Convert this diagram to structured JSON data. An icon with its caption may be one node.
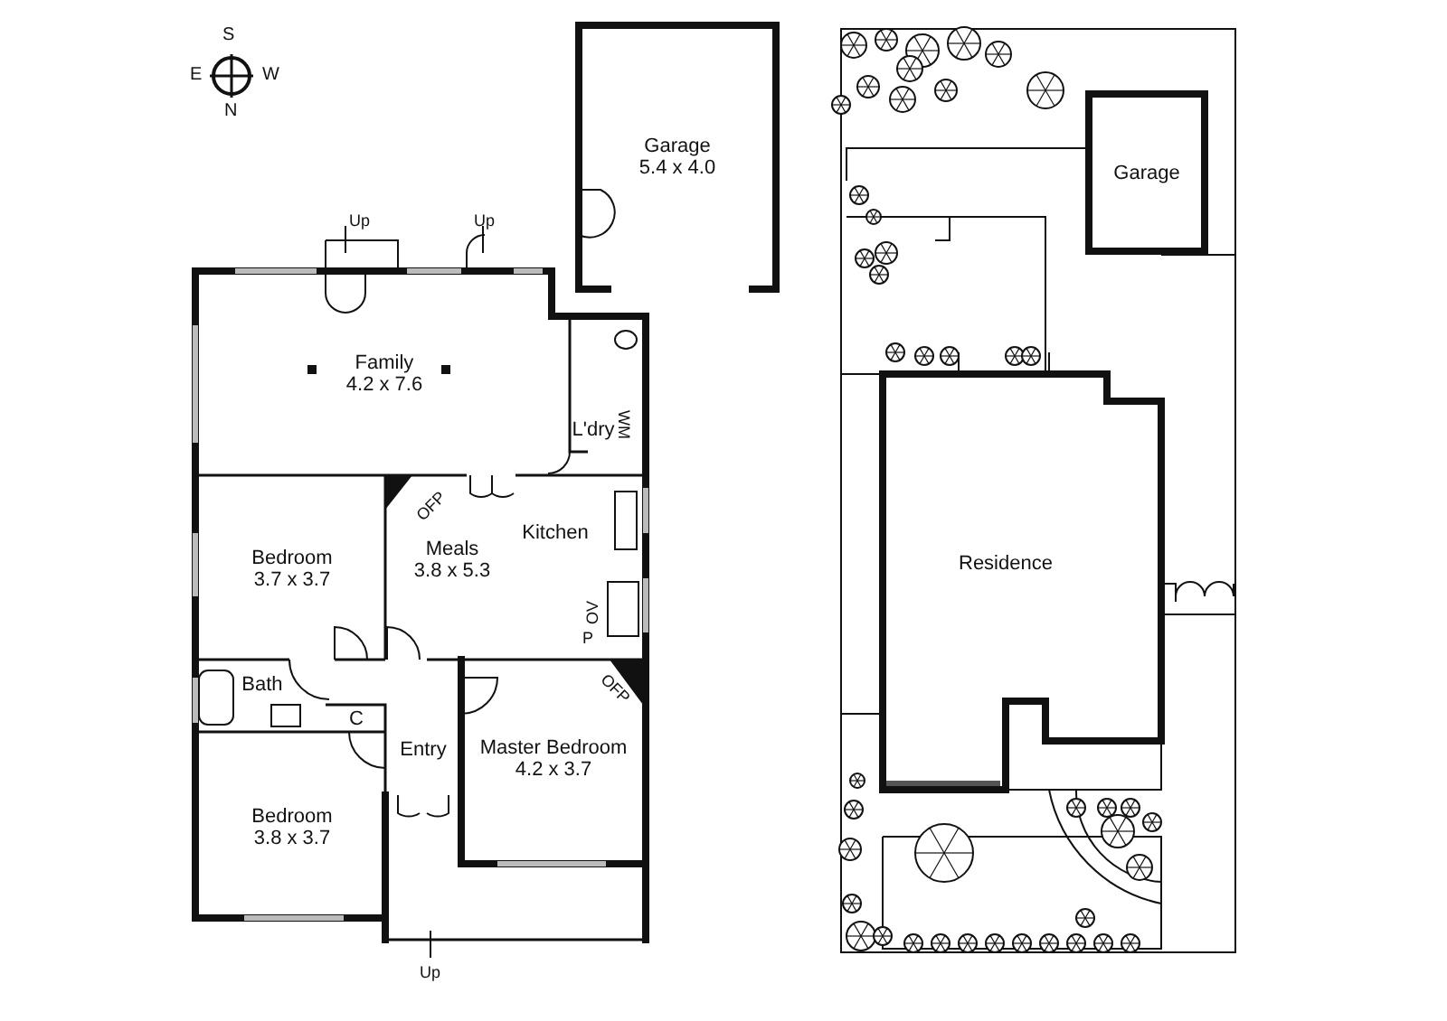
{
  "diagram": {
    "nodes": [
      {
        "text": [
          "Garage",
          "5.4 x 4.0"
        ]
      },
      {
        "text": [
          "Family",
          "4.2 x 7.6"
        ]
      },
      {
        "text": [
          "L'dry"
        ]
      },
      {
        "text": [
          "Bedroom",
          "3.7 x 3.7"
        ]
      },
      {
        "text": [
          "Meals",
          "3.8 x 5.3"
        ]
      },
      {
        "text": [
          "Kitchen"
        ]
      },
      {
        "text": [
          "Bath"
        ]
      },
      {
        "text": [
          "C"
        ]
      },
      {
        "text": [
          "Entry"
        ]
      },
      {
        "text": [
          "Master Bedroom",
          "4.2 x 3.7"
        ]
      },
      {
        "text": [
          "Bedroom",
          "3.8 x 3.7"
        ]
      },
      {
        "text": [
          "Garage"
        ]
      },
      {
        "text": [
          "Residence"
        ]
      }
    ],
    "edges": [],
    "labels": [
      "S",
      "E",
      "W",
      "N",
      "Up",
      "Up",
      "WM",
      "OFP",
      "OV",
      "P",
      "OFP",
      "Up"
    ]
  }
}
